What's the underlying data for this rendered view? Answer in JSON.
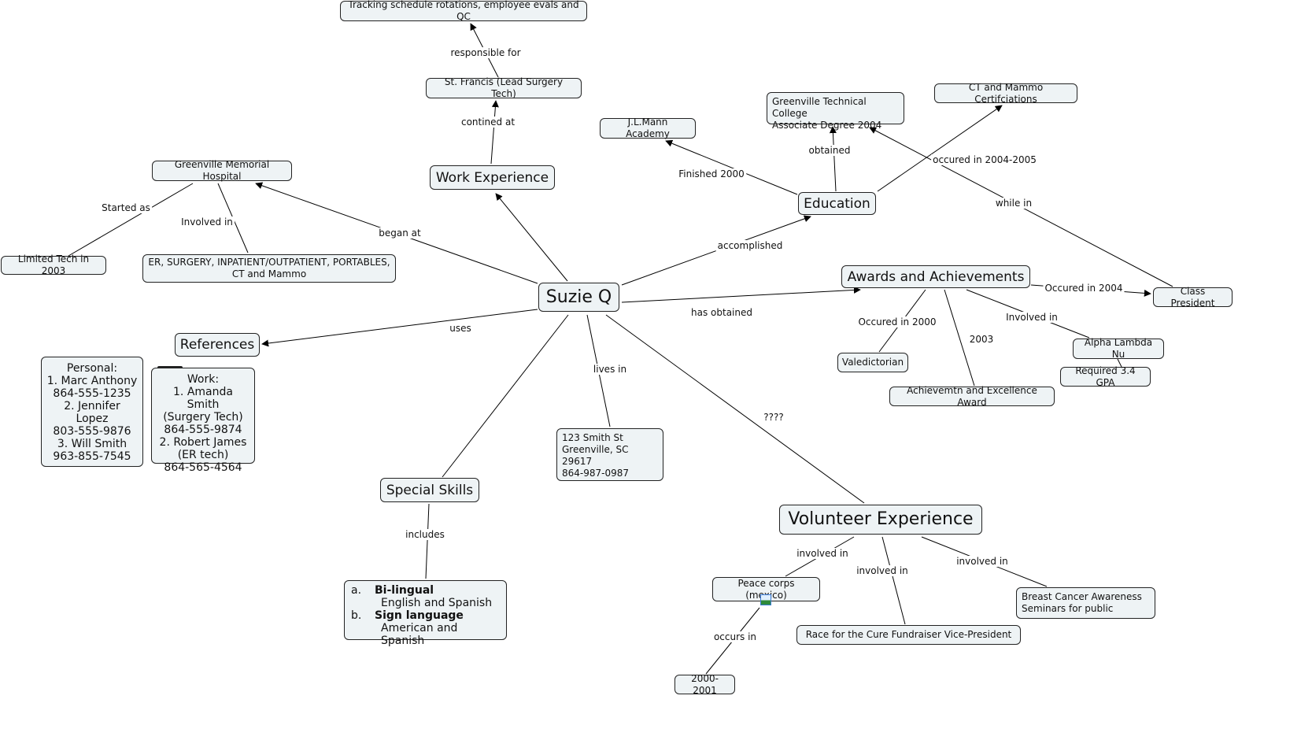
{
  "nodes": {
    "track": "Tracking schedule rotations, employee evals and QC",
    "stfrancis": "St. Francis (Lead Surgery Tech)",
    "work": "Work Experience",
    "gmh": "Greenville Memorial Hospital",
    "limited": "Limited Tech in 2003",
    "er": "ER, SURGERY, INPATIENT/OUTPATIENT, PORTABLES,\nCT and Mammo",
    "suzie": "Suzie Q",
    "refs": "References",
    "personal": "Personal:\n1. Marc Anthony\n864-555-1235\n2. Jennifer Lopez\n803-555-9876\n3. Will Smith\n963-855-7545",
    "workrefs": "Work:\n1. Amanda Smith\n(Surgery Tech)\n864-555-9874\n2. Robert James\n(ER tech)\n864-565-4564",
    "address": "123 Smith St\nGreenville, SC 29617\n864-987-0987",
    "special": "Special Skills",
    "jlmann": "J.L.Mann Academy",
    "gtc": "Greenville Technical College\nAssociate Degree 2004",
    "ct": "CT and Mammo Certifciations",
    "edu": "Education",
    "awards": "Awards and Achievements",
    "classpres": "Class President",
    "valed": "Valedictorian",
    "achiev": "Achievemtn and Excellence Award",
    "alpha": "Alpha Lambda Nu",
    "gpa": "Required 3.4 GPA",
    "vol": "Volunteer Experience",
    "peace": "Peace corps (mexico)",
    "race": "Race for the Cure Fundraiser Vice-President",
    "breast": "Breast Cancer Awareness\n        Seminars for public",
    "y2000": "2000-2001"
  },
  "skills": {
    "a_marker": "a.",
    "a_title": "Bi-lingual",
    "a_detail": "English and  Spanish",
    "b_marker": "b.",
    "b_title": "Sign language",
    "b_detail": "American and Spanish"
  },
  "links": [
    {
      "from": "suzie",
      "to": "work",
      "label": "",
      "arrow": true
    },
    {
      "from": "work",
      "to": "stfrancis",
      "label": "contined at",
      "arrow": true
    },
    {
      "from": "stfrancis",
      "to": "track",
      "label": "responsible for",
      "arrow": true
    },
    {
      "from": "suzie",
      "to": "gmh",
      "label": "began at",
      "arrow": true
    },
    {
      "from": "gmh",
      "to": "limited",
      "label": "Started as",
      "arrow": false
    },
    {
      "from": "gmh",
      "to": "er",
      "label": "Involved in",
      "arrow": false
    },
    {
      "from": "suzie",
      "to": "refs",
      "label": "uses",
      "arrow": true
    },
    {
      "from": "suzie",
      "to": "special",
      "label": "",
      "arrow": false
    },
    {
      "from": "special",
      "to": "skills",
      "label": "includes",
      "arrow": false
    },
    {
      "from": "suzie",
      "to": "address",
      "label": "lives in",
      "arrow": false
    },
    {
      "from": "suzie",
      "to": "vol",
      "label": "????",
      "arrow": false
    },
    {
      "from": "suzie",
      "to": "edu",
      "label": "accomplished",
      "arrow": true
    },
    {
      "from": "suzie",
      "to": "awards",
      "label": "has obtained",
      "arrow": true
    },
    {
      "from": "edu",
      "to": "jlmann",
      "label": "Finished 2000",
      "arrow": true
    },
    {
      "from": "edu",
      "to": "gtc",
      "label": "obtained",
      "arrow": true
    },
    {
      "from": "edu",
      "to": "ct",
      "label": "occured in 2004-2005",
      "arrow": true
    },
    {
      "from": "classpres",
      "to": "gtc",
      "label": "while in",
      "arrow": true
    },
    {
      "from": "awards",
      "to": "classpres",
      "label": "Occured in 2004",
      "arrow": true
    },
    {
      "from": "awards",
      "to": "valed",
      "label": "Occured in 2000",
      "arrow": false
    },
    {
      "from": "awards",
      "to": "achiev",
      "label": "2003",
      "arrow": false
    },
    {
      "from": "awards",
      "to": "alpha",
      "label": "Involved in",
      "arrow": false
    },
    {
      "from": "alpha",
      "to": "gpa",
      "label": "",
      "arrow": false
    },
    {
      "from": "vol",
      "to": "peace",
      "label": "involved in",
      "arrow": false
    },
    {
      "from": "vol",
      "to": "race",
      "label": "involved in",
      "arrow": false
    },
    {
      "from": "vol",
      "to": "breast",
      "label": "involved in",
      "arrow": false
    },
    {
      "from": "peace",
      "to": "y2000",
      "label": "occurs in",
      "arrow": false
    }
  ]
}
